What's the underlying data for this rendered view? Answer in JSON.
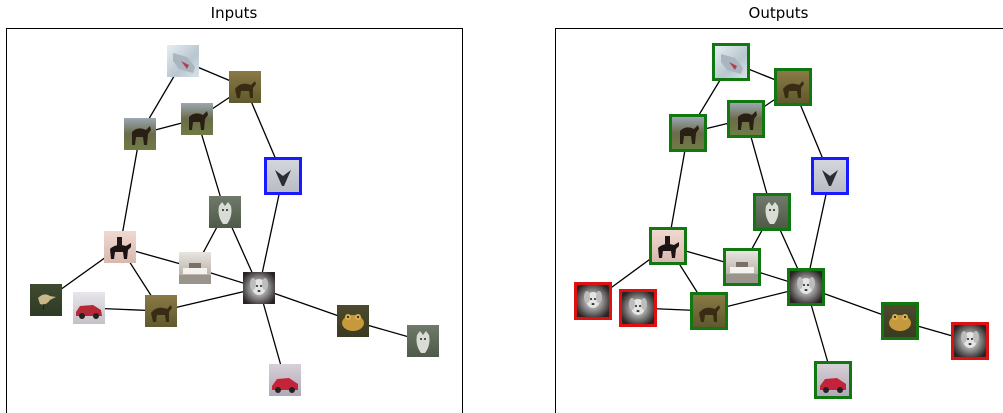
{
  "panels": {
    "inputs_title": "Inputs",
    "outputs_title": "Outputs"
  },
  "colors": {
    "edge": "#000000",
    "query_border": "#1a1aff",
    "correct_border": "#117711",
    "wrong_border": "#dd1111"
  },
  "graph": {
    "nodes": [
      {
        "id": "truck",
        "input_content": "truck-thumbnail",
        "output_content": "truck-thumbnail",
        "output_status": "correct"
      },
      {
        "id": "deer-top",
        "input_content": "deer-thumbnail",
        "output_content": "deer-thumbnail",
        "output_status": "correct"
      },
      {
        "id": "horse-center",
        "input_content": "horse-thumbnail",
        "output_content": "horse-thumbnail",
        "output_status": "correct"
      },
      {
        "id": "horse-left",
        "input_content": "horse-thumbnail",
        "output_content": "horse-thumbnail",
        "output_status": "correct"
      },
      {
        "id": "airplane",
        "input_content": "airplane-thumbnail",
        "output_content": "airplane-thumbnail",
        "output_status": "query"
      },
      {
        "id": "cat",
        "input_content": "cat-thumbnail",
        "output_content": "cat-thumbnail",
        "output_status": "correct"
      },
      {
        "id": "horse-rider",
        "input_content": "horse-rider-thumbnail",
        "output_content": "horse-rider-thumbnail",
        "output_status": "correct"
      },
      {
        "id": "ship",
        "input_content": "ship-thumbnail",
        "output_content": "ship-thumbnail",
        "output_status": "correct"
      },
      {
        "id": "dog-hub",
        "input_content": "dog-thumbnail",
        "output_content": "dog-thumbnail",
        "output_status": "correct"
      },
      {
        "id": "bird",
        "input_content": "bird-thumbnail",
        "output_content": "dog-thumbnail",
        "output_status": "wrong"
      },
      {
        "id": "car-left",
        "input_content": "car-thumbnail",
        "output_content": "dog-thumbnail",
        "output_status": "wrong"
      },
      {
        "id": "deer-bottom",
        "input_content": "deer-thumbnail",
        "output_content": "deer-thumbnail",
        "output_status": "correct"
      },
      {
        "id": "frog",
        "input_content": "frog-thumbnail",
        "output_content": "frog-thumbnail",
        "output_status": "correct"
      },
      {
        "id": "cat-right",
        "input_content": "cat-thumbnail",
        "output_content": "dog-thumbnail",
        "output_status": "wrong"
      },
      {
        "id": "car-bottom",
        "input_content": "car-thumbnail",
        "output_content": "car-thumbnail",
        "output_status": "correct"
      }
    ],
    "edges": [
      [
        "truck",
        "deer-top"
      ],
      [
        "truck",
        "horse-left"
      ],
      [
        "deer-top",
        "horse-center"
      ],
      [
        "horse-left",
        "horse-center"
      ],
      [
        "deer-top",
        "airplane"
      ],
      [
        "horse-center",
        "cat"
      ],
      [
        "horse-left",
        "horse-rider"
      ],
      [
        "cat",
        "ship"
      ],
      [
        "cat",
        "dog-hub"
      ],
      [
        "airplane",
        "dog-hub"
      ],
      [
        "horse-rider",
        "ship"
      ],
      [
        "horse-rider",
        "bird"
      ],
      [
        "horse-rider",
        "deer-bottom"
      ],
      [
        "ship",
        "dog-hub"
      ],
      [
        "car-left",
        "deer-bottom"
      ],
      [
        "deer-bottom",
        "dog-hub"
      ],
      [
        "dog-hub",
        "frog"
      ],
      [
        "dog-hub",
        "car-bottom"
      ],
      [
        "frog",
        "cat-right"
      ]
    ]
  }
}
